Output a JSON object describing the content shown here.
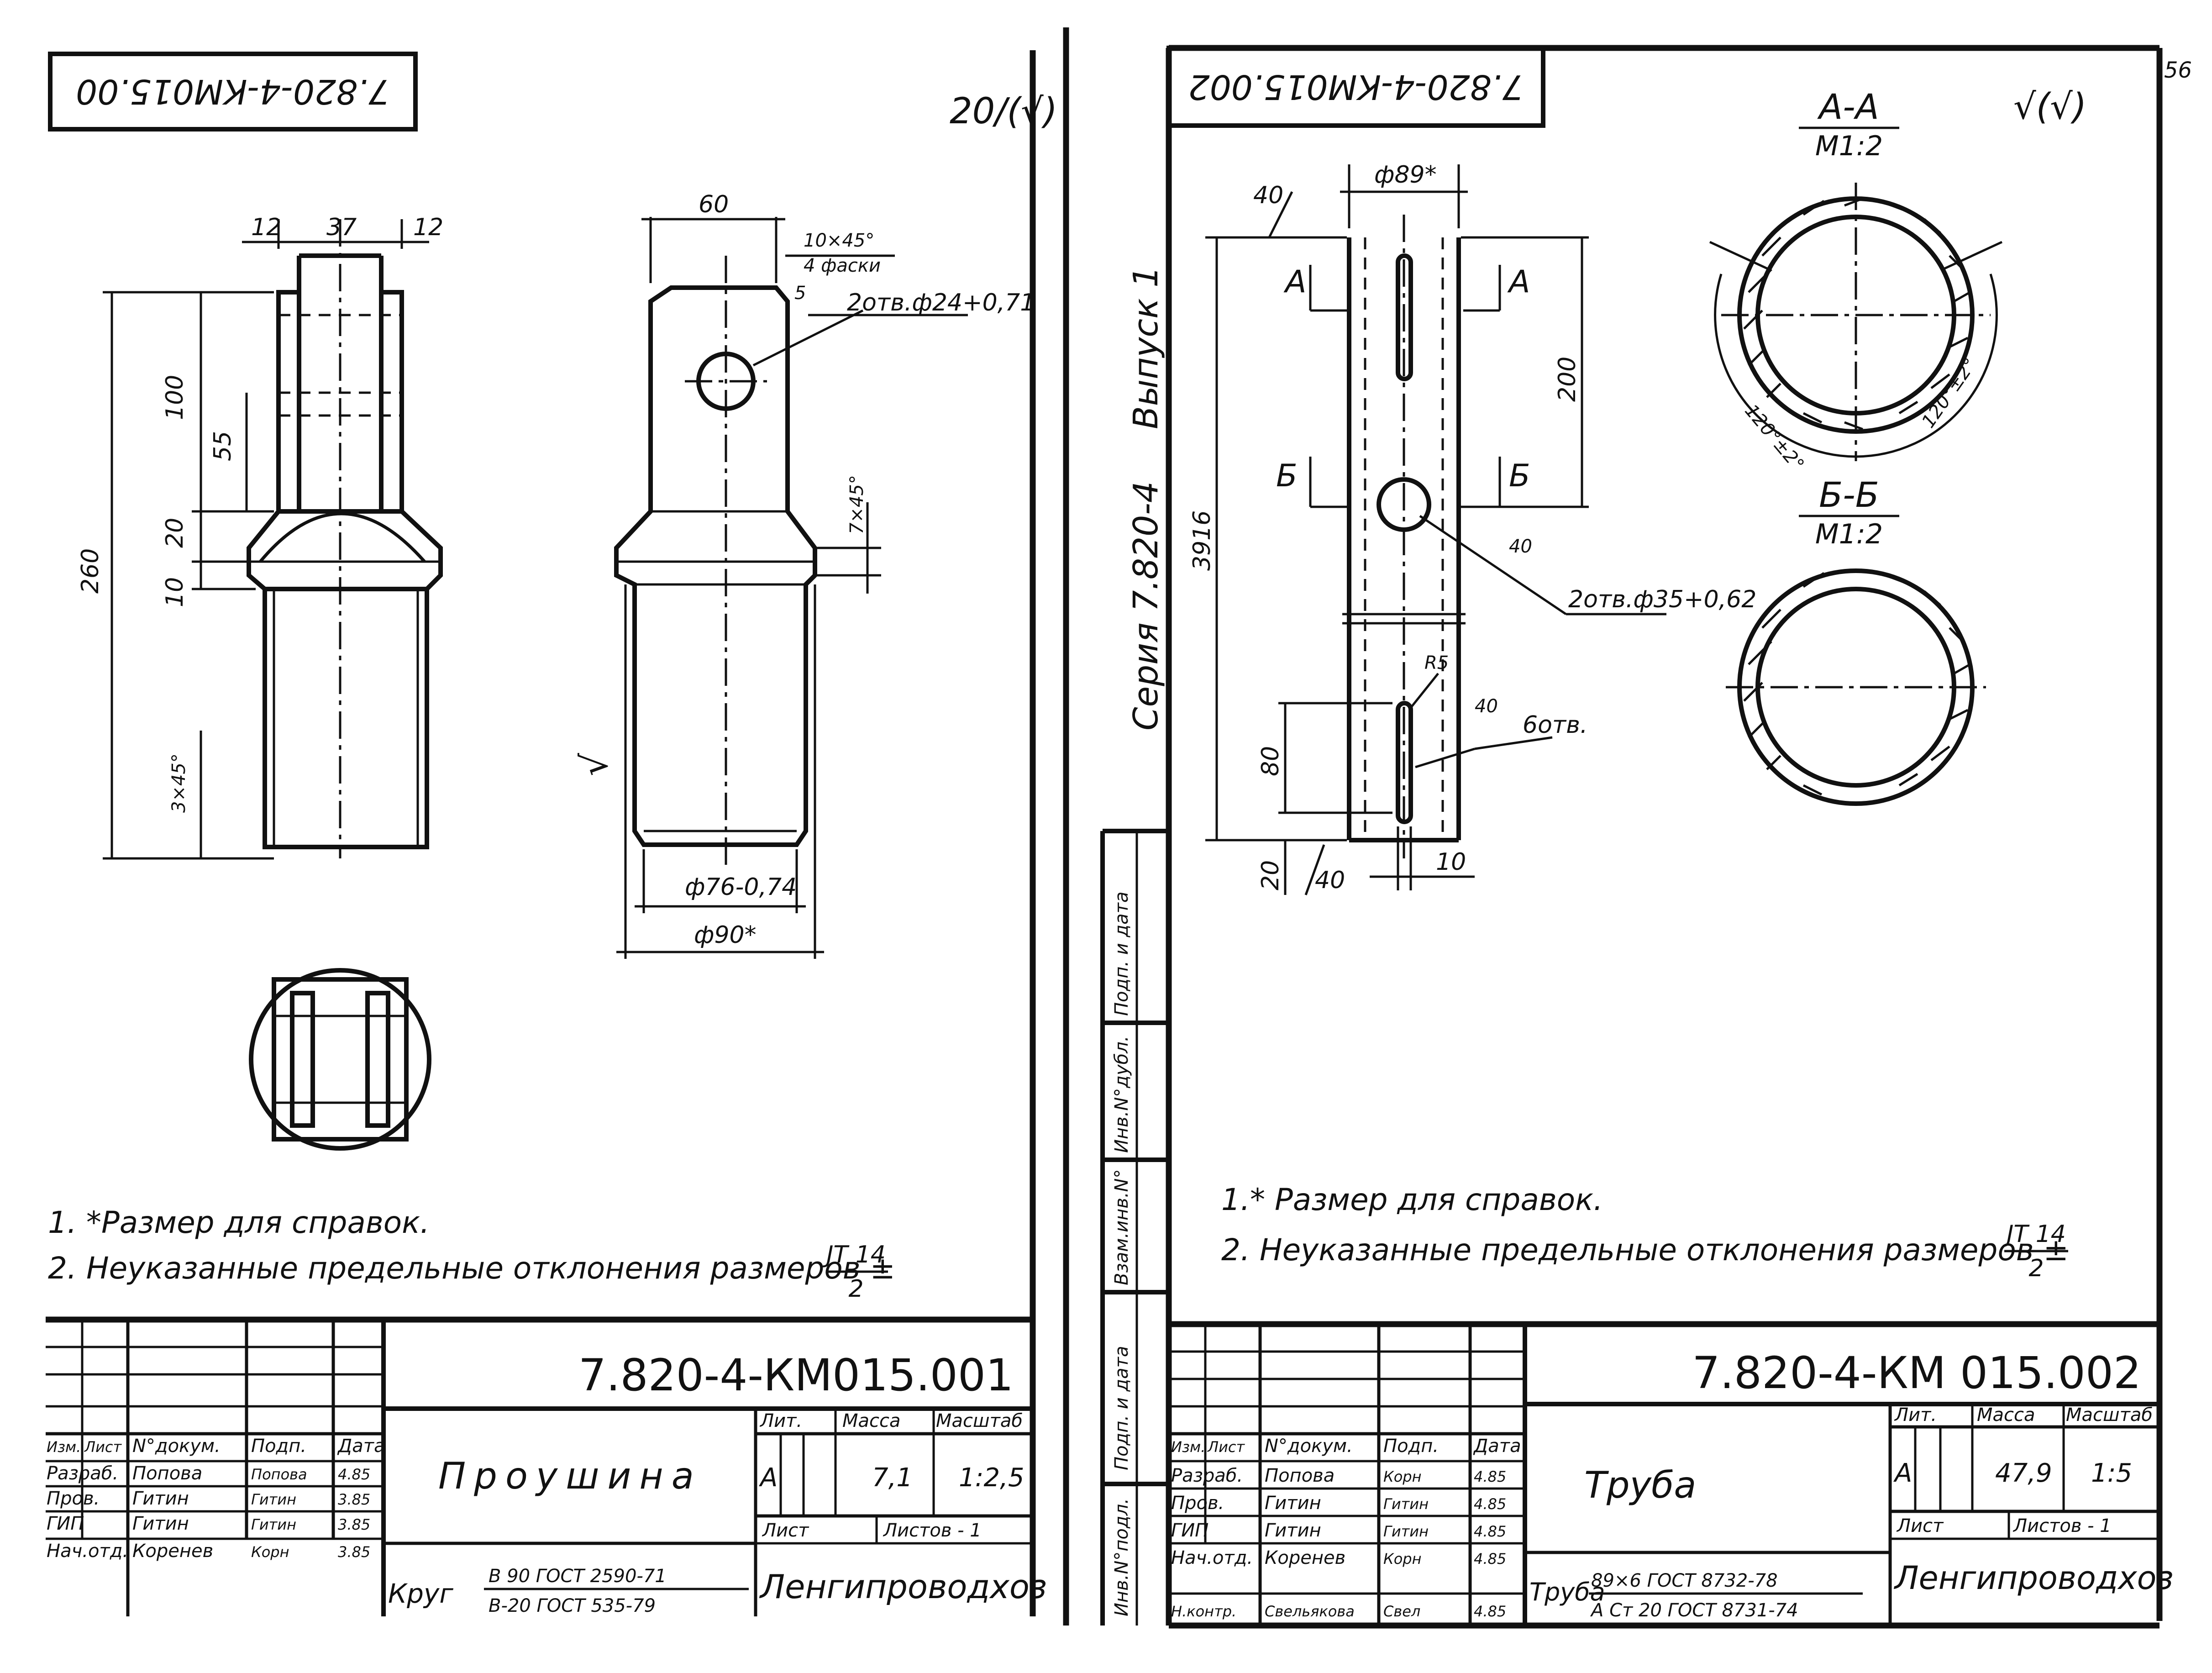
{
  "left_sheet": {
    "corner_stamp": "7.820-4-КМ015.00",
    "roughness": "20/(√)",
    "front_view": {
      "dim_top_left": "12",
      "dim_top_mid": "37",
      "dim_top_right": "12",
      "dim_100": "100",
      "dim_55": "55",
      "dim_20": "20",
      "dim_10": "10",
      "dim_260": "260",
      "dim_chamfer": "3×45°"
    },
    "side_view": {
      "dim_60": "60",
      "chamfer_note_1": "10×45°",
      "chamfer_note_2": "4 фаски",
      "dim_5": "5",
      "hole_callout": "2отв.ф24+0,71",
      "dim_chamfer": "7×45°",
      "dim_d76": "ф76-0,74",
      "dim_d90": "ф90*",
      "roughness_mark": "√"
    },
    "notes": {
      "note1": "1. *Размер для справок.",
      "note2_text": "2. Неуказанные предельные отклонения размеров ±",
      "note2_num": "JT 14",
      "note2_den": "2"
    },
    "title_block": {
      "doc_number": "7.820-4-КМ015.001",
      "part_name": "Проушина",
      "hdr_izm": "Изм.",
      "hdr_list": "Лист",
      "hdr_ndoc": "N°докум.",
      "hdr_podp": "Подп.",
      "hdr_data": "Дата",
      "rows": [
        {
          "role": "Разраб.",
          "name": "Попова",
          "sign": "Попова",
          "date": "4.85"
        },
        {
          "role": "Пров.",
          "name": "Гитин",
          "sign": "Гитин",
          "date": "3.85"
        },
        {
          "role": "ГИП",
          "name": "Гитин",
          "sign": "Гитин",
          "date": "3.85"
        },
        {
          "role": "Нач.отд.",
          "name": "Коренев",
          "sign": "Корн",
          "date": "3.85"
        }
      ],
      "lit_header": "Лит.",
      "mass_header": "Масса",
      "scale_header": "Масштаб",
      "lit": "А",
      "mass": "7,1",
      "scale": "1:2,5",
      "sheet_label": "Лист",
      "sheets_label": "Листов - 1",
      "material_word": "Круг",
      "material_num": "В 90 ГОСТ 2590-71",
      "material_den": "В-20 ГОСТ 535-79",
      "organization": "Ленгипроводхоз"
    }
  },
  "right_sheet": {
    "corner_stamp": "7.820-4-КМ015.002",
    "roughness": "√(√)",
    "page_mark": "56",
    "binding": {
      "series": "Серия 7.820-4",
      "issue": "Выпуск 1",
      "fields": [
        "Инв.N°подл.",
        "Подп. и дата",
        "Взам.инв.N°",
        "Инв.N°дубл.",
        "Подп. и дата"
      ]
    },
    "pipe_view": {
      "dim_d89": "ф89*",
      "dim_40_top": "40",
      "section_a": "А",
      "section_b": "Б",
      "dim_200": "200",
      "dim_3916": "3916",
      "dim_40_hole": "40",
      "hole_callout": "2отв.ф35+0,62",
      "dim_r5": "R5",
      "dim_40_slot": "40",
      "slot_callout": "6отв.",
      "dim_80": "80",
      "dim_20": "20",
      "dim_40_bottom": "40",
      "dim_10": "10"
    },
    "section_aa": {
      "label": "А-А",
      "scale": "М1:2",
      "angle_left": "120°±2°",
      "angle_right": "120°±2°"
    },
    "section_bb": {
      "label": "Б-Б",
      "scale": "М1:2"
    },
    "notes": {
      "note1": "1.* Размер для справок.",
      "note2_text": "2. Неуказанные предельные отклонения размеров ±",
      "note2_num": "JT 14",
      "note2_den": "2"
    },
    "title_block": {
      "doc_number": "7.820-4-КМ 015.002",
      "part_name": "Труба",
      "hdr_izm": "Изм.",
      "hdr_list": "Лист",
      "hdr_ndoc": "N°докум.",
      "hdr_podp": "Подп.",
      "hdr_data": "Дата",
      "rows": [
        {
          "role": "Разраб.",
          "name": "Попова",
          "sign": "Корн",
          "date": "4.85"
        },
        {
          "role": "Пров.",
          "name": "Гитин",
          "sign": "Гитин",
          "date": "4.85"
        },
        {
          "role": "ГИП",
          "name": "Гитин",
          "sign": "Гитин",
          "date": "4.85"
        },
        {
          "role": "Нач.отд.",
          "name": "Коренев",
          "sign": "Корн",
          "date": "4.85"
        },
        {
          "role": "Н.контр.",
          "name": "Свельякова",
          "sign": "Свел",
          "date": "4.85"
        }
      ],
      "lit_header": "Лит.",
      "mass_header": "Масса",
      "scale_header": "Масштаб",
      "lit": "А",
      "mass": "47,9",
      "scale": "1:5",
      "sheet_label": "Лист",
      "sheets_label": "Листов - 1",
      "material_word": "Труба",
      "material_num": "89×6 ГОСТ 8732-78",
      "material_den": "А Ст 20 ГОСТ 8731-74",
      "organization": "Ленгипроводхоз"
    }
  }
}
